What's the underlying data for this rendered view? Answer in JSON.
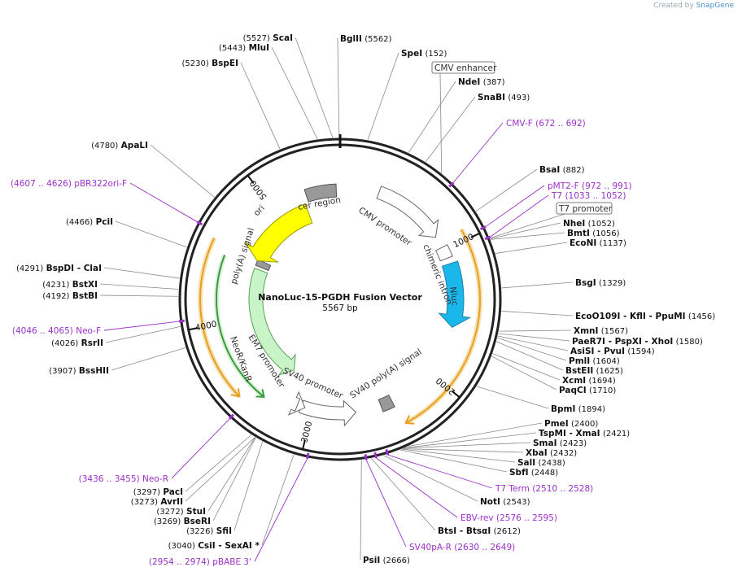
{
  "brand": {
    "created_by": "Created by",
    "name": "SnapGene"
  },
  "plasmid": {
    "name": "NanoLuc-15-PGDH Fusion Vector",
    "size_label": "5567 bp",
    "length": 5567
  },
  "ticks": [
    {
      "pos": 1000,
      "label": "1000"
    },
    {
      "pos": 2000,
      "label": "2000"
    },
    {
      "pos": 3000,
      "label": "3000"
    },
    {
      "pos": 4000,
      "label": "4000"
    },
    {
      "pos": 5000,
      "label": "5000"
    }
  ],
  "sites": [
    {
      "pos": 5562,
      "name": "BglII",
      "num": "(5562)"
    },
    {
      "pos": 152,
      "name": "SpeI",
      "num": "(152)"
    },
    {
      "pos": 387,
      "name": "NdeI",
      "num": "(387)"
    },
    {
      "pos": 493,
      "name": "SnaBI",
      "num": "(493)"
    },
    {
      "pos": 882,
      "name": "BsaI",
      "num": "(882)"
    },
    {
      "pos": 1052,
      "name": "NheI",
      "num": "(1052)"
    },
    {
      "pos": 1056,
      "name": "BmtI",
      "num": "(1056)"
    },
    {
      "pos": 1137,
      "name": "EcoNI",
      "num": "(1137)"
    },
    {
      "pos": 1329,
      "name": "BsgI",
      "num": "(1329)"
    },
    {
      "pos": 1456,
      "name": "EcoO109I - KflI - PpuMI",
      "num": "(1456)"
    },
    {
      "pos": 1567,
      "name": "XmnI",
      "num": "(1567)"
    },
    {
      "pos": 1580,
      "name": "PaeR7I - PspXI - XhoI",
      "num": "(1580)"
    },
    {
      "pos": 1594,
      "name": "AsiSI - PvuI",
      "num": "(1594)"
    },
    {
      "pos": 1604,
      "name": "PmlI",
      "num": "(1604)"
    },
    {
      "pos": 1625,
      "name": "BstEII",
      "num": "(1625)"
    },
    {
      "pos": 1694,
      "name": "XcmI",
      "num": "(1694)"
    },
    {
      "pos": 1710,
      "name": "PaqCI",
      "num": "(1710)"
    },
    {
      "pos": 1894,
      "name": "BpmI",
      "num": "(1894)"
    },
    {
      "pos": 2400,
      "name": "PmeI",
      "num": "(2400)"
    },
    {
      "pos": 2421,
      "name": "TspMI - XmaI",
      "num": "(2421)"
    },
    {
      "pos": 2423,
      "name": "SmaI",
      "num": "(2423)"
    },
    {
      "pos": 2432,
      "name": "XbaI",
      "num": "(2432)"
    },
    {
      "pos": 2438,
      "name": "SalI",
      "num": "(2438)"
    },
    {
      "pos": 2448,
      "name": "SbfI",
      "num": "(2448)"
    },
    {
      "pos": 2543,
      "name": "NotI",
      "num": "(2543)"
    },
    {
      "pos": 2612,
      "name": "BtsI - BtsαI",
      "num": "(2612)"
    },
    {
      "pos": 2666,
      "name": "PsiI",
      "num": "(2666)"
    },
    {
      "pos": 3040,
      "name": "CsiI - SexAI *",
      "num": "(3040)"
    },
    {
      "pos": 3226,
      "name": "SfiI",
      "num": "(3226)"
    },
    {
      "pos": 3269,
      "name": "BseRI",
      "num": "(3269)"
    },
    {
      "pos": 3272,
      "name": "StuI",
      "num": "(3272)"
    },
    {
      "pos": 3273,
      "name": "AvrII",
      "num": "(3273)"
    },
    {
      "pos": 3297,
      "name": "PacI",
      "num": "(3297)"
    },
    {
      "pos": 3907,
      "name": "BssHII",
      "num": "(3907)"
    },
    {
      "pos": 4026,
      "name": "RsrII",
      "num": "(4026)"
    },
    {
      "pos": 4192,
      "name": "BstBI",
      "num": "(4192)"
    },
    {
      "pos": 4231,
      "name": "BstXI",
      "num": "(4231)"
    },
    {
      "pos": 4291,
      "name": "BspDI - ClaI",
      "num": "(4291)"
    },
    {
      "pos": 4466,
      "name": "PciI",
      "num": "(4466)"
    },
    {
      "pos": 4780,
      "name": "ApaLI",
      "num": "(4780)"
    },
    {
      "pos": 5230,
      "name": "BspEI",
      "num": "(5230)"
    },
    {
      "pos": 5443,
      "name": "MluI",
      "num": "(5443)"
    },
    {
      "pos": 5527,
      "name": "ScaI",
      "num": "(5527)"
    }
  ],
  "primers": [
    {
      "pos": 682,
      "name": "CMV-F",
      "range": "(672 .. 692)"
    },
    {
      "pos": 981,
      "name": "pMT2-F",
      "range": "(972 .. 991)"
    },
    {
      "pos": 1042,
      "name": "T7",
      "range": "(1033 .. 1052)"
    },
    {
      "pos": 2519,
      "name": "T7 Term",
      "range": "(2510 .. 2528)"
    },
    {
      "pos": 2585,
      "name": "EBV-rev",
      "range": "(2576 .. 2595)"
    },
    {
      "pos": 2640,
      "name": "SV40pA-R",
      "range": "(2630 .. 2649)"
    },
    {
      "pos": 2964,
      "name": "pBABE 3'",
      "range": "(2954 .. 2974)"
    },
    {
      "pos": 3445,
      "name": "Neo-R",
      "range": "(3436 .. 3455)"
    },
    {
      "pos": 4055,
      "name": "Neo-F",
      "range": "(4046 .. 4065)"
    },
    {
      "pos": 4616,
      "name": "pBR322ori-F",
      "range": "(4607 .. 4626)"
    }
  ],
  "boxed_labels": [
    {
      "pos": 600,
      "text": "CMV enhancer"
    },
    {
      "pos": 1048,
      "text": "T7 promoter"
    }
  ],
  "features": [
    {
      "name": "CMV promoter",
      "label": "CMV promoter",
      "color": "#ffffff"
    },
    {
      "name": "chimeric intron",
      "label": "chimeric intron",
      "color": "#ffffff"
    },
    {
      "name": "Nluc",
      "label": "Nluc",
      "color": "#1ab7ea"
    },
    {
      "name": "SV40 poly(A) signal",
      "label": "SV40 poly(A) signal",
      "color": "#999999"
    },
    {
      "name": "SV40 promoter",
      "label": "SV40 promoter",
      "color": "#ffffff"
    },
    {
      "name": "EM7 promoter",
      "label": "EM7 promoter",
      "color": "#ffffff"
    },
    {
      "name": "NeoR/KanR",
      "label": "NeoR/KanR",
      "color": "#c8f4c8"
    },
    {
      "name": "poly(A) signal",
      "label": "poly(A) signal",
      "color": "#999999"
    },
    {
      "name": "ori",
      "label": "ori",
      "color": "#ffff00"
    },
    {
      "name": "cer region",
      "label": "cer region",
      "color": "#999999"
    }
  ],
  "colors": {
    "backbone": "#222222",
    "primer": "#9b30c8",
    "orf": "#e8a020"
  }
}
